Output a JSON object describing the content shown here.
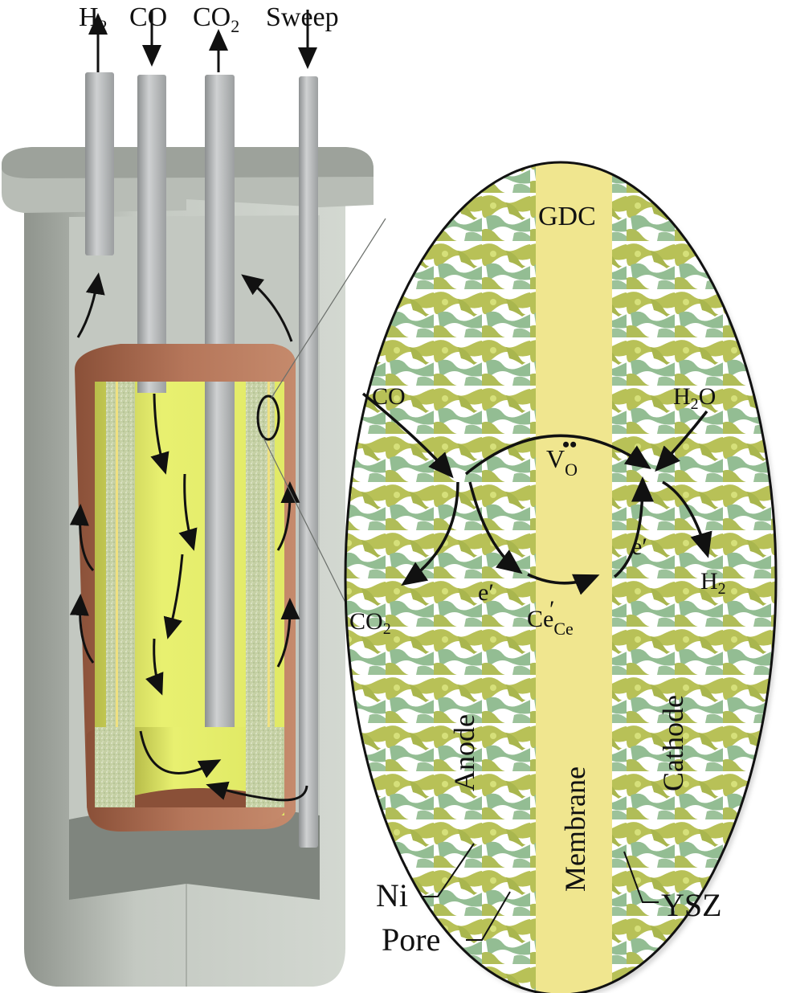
{
  "top_labels": {
    "h2": {
      "main": "H",
      "sub": "2"
    },
    "co": "CO",
    "co2": {
      "main": "CO",
      "sub": "2"
    },
    "sweep": "Sweep"
  },
  "inset": {
    "gdc": "GDC",
    "reactant_anode": "CO",
    "product_anode": {
      "main": "CO",
      "sub": "2"
    },
    "reactant_cathode": {
      "main": "H",
      "sub": "2",
      "tail": "O"
    },
    "product_cathode": {
      "main": "H",
      "sub": "2"
    },
    "electron_left": "e′",
    "electron_right": "e′",
    "vacancy": {
      "main": "V",
      "sub": "O",
      "sup": "••"
    },
    "ceria": {
      "main": "Ce",
      "sup": "′",
      "sub": "Ce"
    },
    "anode": "Anode",
    "membrane": "Membrane",
    "cathode": "Cathode"
  },
  "callouts": {
    "ni": "Ni",
    "pore": "Pore",
    "ysz": "YSZ"
  },
  "colors": {
    "housing": "#c7ccc5",
    "housing_dark": "#8a8f88",
    "tube": "#b8babb",
    "cap": "#b57656",
    "cell_yellow": "#e6ee6e",
    "porous": "#c9d3a8",
    "membrane": "#f0e68f",
    "ni": "#b8c157",
    "ysz": "#93bd93",
    "arrow": "#111111"
  }
}
